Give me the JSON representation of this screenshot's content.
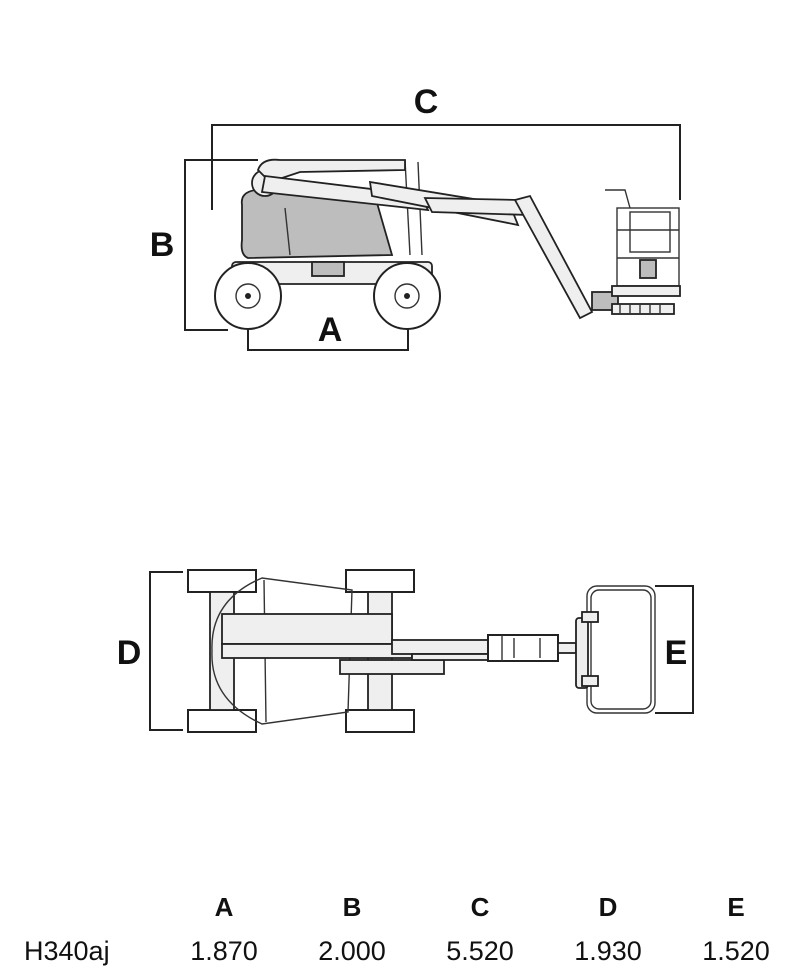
{
  "dimension_letters": {
    "A": "A",
    "B": "B",
    "C": "C",
    "D": "D",
    "E": "E"
  },
  "table": {
    "headers": [
      "A",
      "B",
      "C",
      "D",
      "E"
    ],
    "model": "H340aj",
    "values": [
      "1.870",
      "2.000",
      "5.520",
      "1.930",
      "1.520"
    ]
  }
}
